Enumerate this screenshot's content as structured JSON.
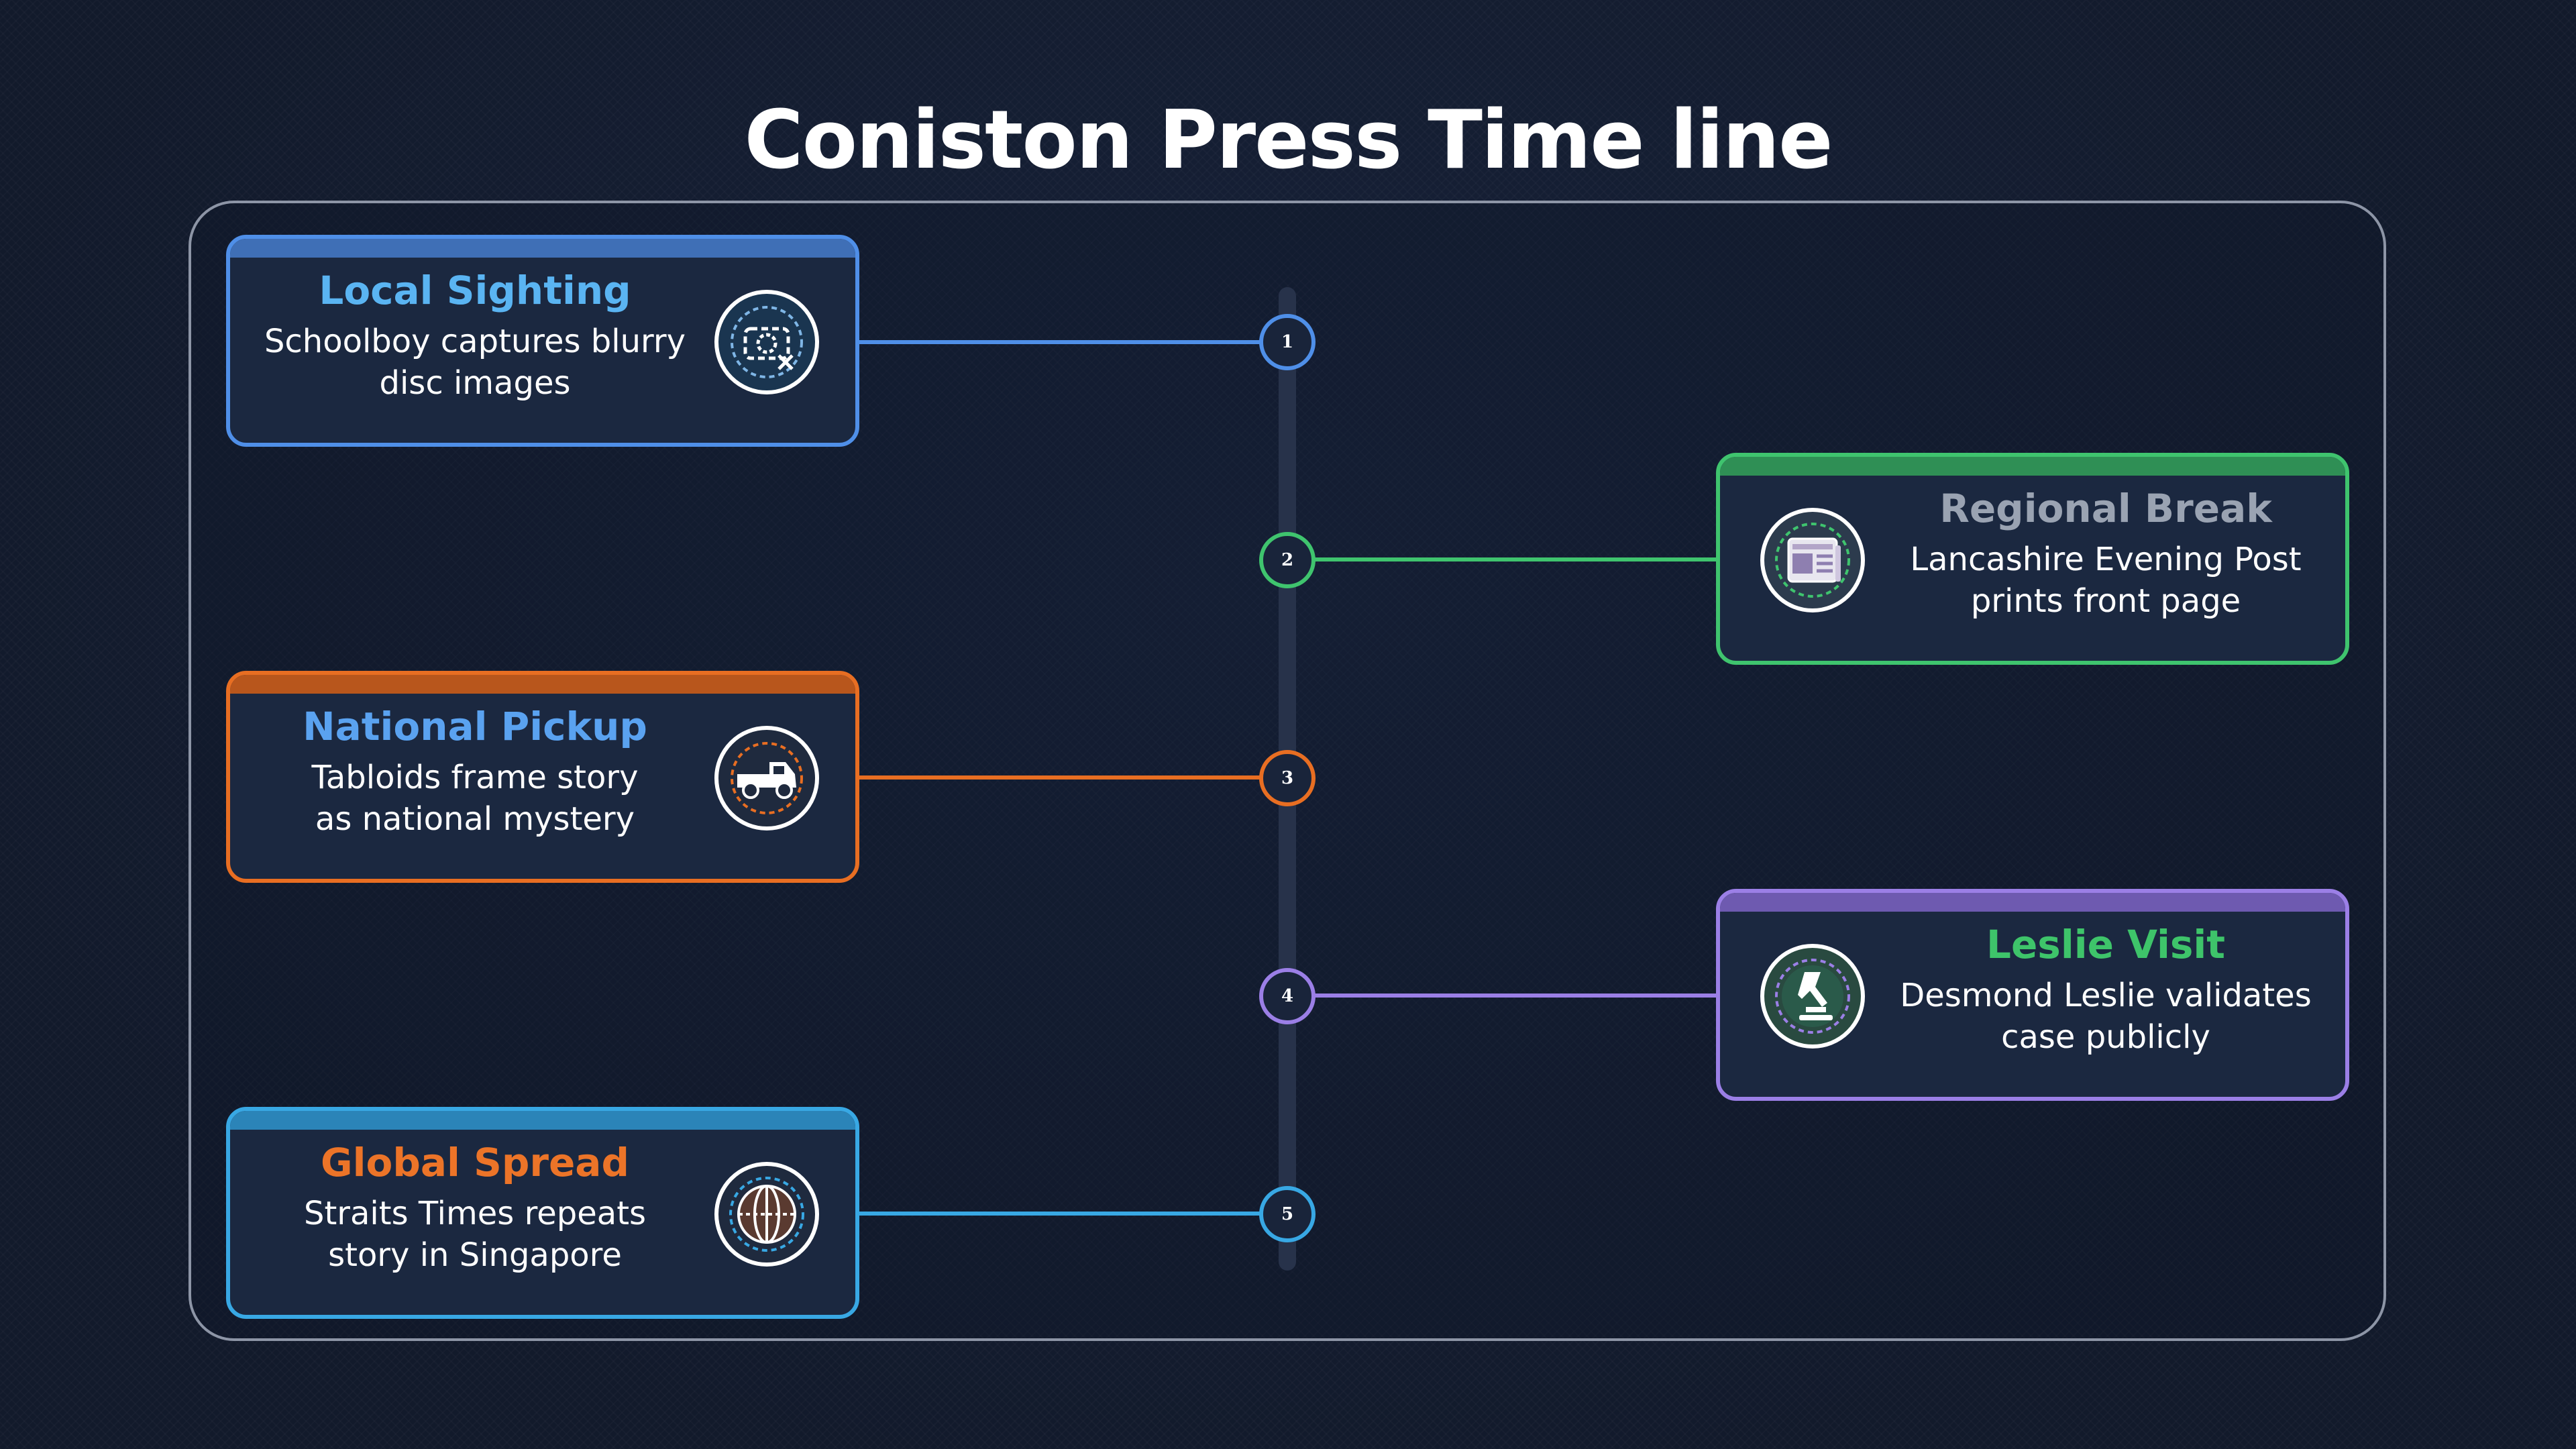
{
  "title": "Coniston Press Time line",
  "colors": {
    "blue": "#4f8fe8",
    "green": "#3fc46e",
    "orange": "#e86e22",
    "purple": "#9b7fe6",
    "cyan": "#38a8e4"
  },
  "events": [
    {
      "step": "1",
      "heading": "Local Sighting",
      "heading_color": "#5ab4f2",
      "desc_line1": "Schoolboy captures blurry",
      "desc_line2": "disc images",
      "icon": "camera-icon",
      "color": "#4f8fe8",
      "side": "left"
    },
    {
      "step": "2",
      "heading": "Regional Break",
      "heading_color": "#9aa3b2",
      "desc_line1": "Lancashire Evening Post",
      "desc_line2": "prints front page",
      "icon": "newspaper-icon",
      "color": "#3fc46e",
      "side": "right"
    },
    {
      "step": "3",
      "heading": "National Pickup",
      "heading_color": "#5aa2f0",
      "desc_line1": "Tabloids frame story",
      "desc_line2": "as national mystery",
      "icon": "truck-icon",
      "color": "#e86e22",
      "side": "left"
    },
    {
      "step": "4",
      "heading": "Leslie Visit",
      "heading_color": "#3ec46a",
      "desc_line1": "Desmond Leslie validates",
      "desc_line2": "case publicly",
      "icon": "microscope-icon",
      "color": "#9b7fe6",
      "side": "right"
    },
    {
      "step": "5",
      "heading": "Global Spread",
      "heading_color": "#ec7428",
      "desc_line1": "Straits Times repeats",
      "desc_line2": "story in Singapore",
      "icon": "globe-icon",
      "color": "#38a8e4",
      "side": "left"
    }
  ]
}
